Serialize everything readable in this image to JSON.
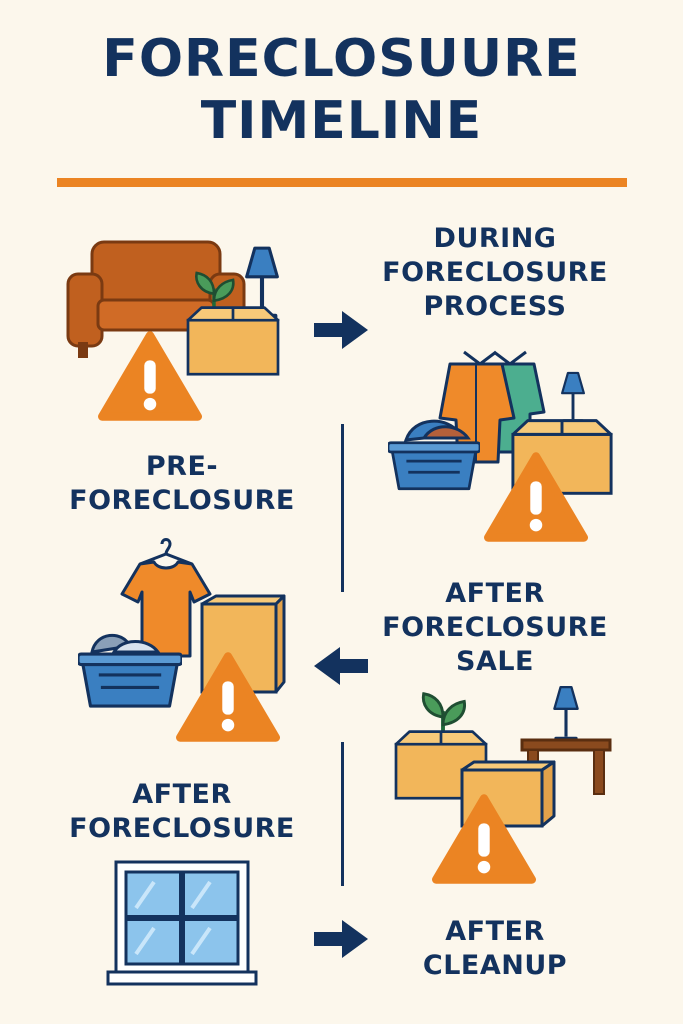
{
  "title": {
    "line1": "FORECLOSUURE",
    "line2": "TIMELINE"
  },
  "colors": {
    "navy": "#13325e",
    "accent_orange": "#eb8423",
    "background": "#fcf7ec",
    "sofa_brown": "#c0601f",
    "box_tan": "#f2b65a",
    "basket_blue": "#3a7fc1",
    "window_blue": "#8cc4ec"
  },
  "stages": [
    {
      "id": "pre",
      "line1": "PRE-",
      "line2": "FORECLOSURE",
      "icons": [
        "sofa-icon",
        "lamp-icon",
        "plant-icon",
        "box-icon",
        "warning-icon"
      ]
    },
    {
      "id": "during",
      "line1": "DURING",
      "line2": "FORECLOSURE",
      "line3": "PROCESS",
      "icons": [
        "clothes-hanger-icon",
        "laundry-basket-icon",
        "lamp-icon",
        "box-icon",
        "warning-icon"
      ]
    },
    {
      "id": "after-sale",
      "line1": "AFTER",
      "line2": "FORECLOSURE",
      "line3": "SALE",
      "icons": [
        "plant-icon",
        "box-icon",
        "lamp-icon",
        "side-table-icon",
        "warning-icon"
      ]
    },
    {
      "id": "after",
      "line1": "AFTER",
      "line2": "FORECLOSURE",
      "icons": [
        "shirt-hanger-icon",
        "laundry-basket-icon",
        "box-icon",
        "warning-icon"
      ]
    },
    {
      "id": "cleanup",
      "line1": "AFTER",
      "line2": "CLEANUP",
      "icons": [
        "window-icon"
      ]
    }
  ],
  "arrows": [
    {
      "name": "arrow-right-icon",
      "direction": "right"
    },
    {
      "name": "arrow-left-icon",
      "direction": "left"
    },
    {
      "name": "arrow-right-icon",
      "direction": "right"
    }
  ]
}
